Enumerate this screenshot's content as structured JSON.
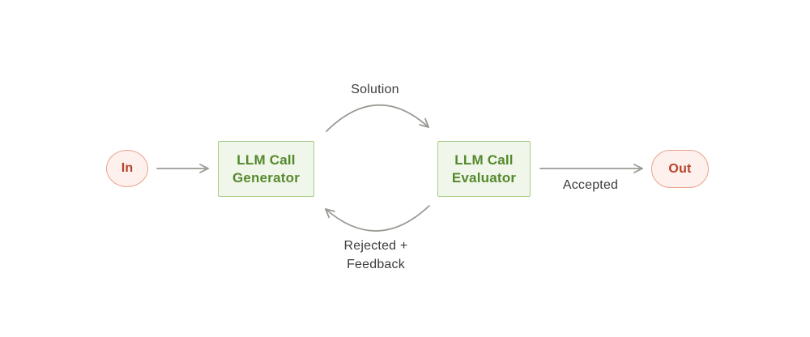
{
  "diagram": {
    "type": "flowchart",
    "nodes": {
      "in": {
        "label": "In",
        "shape": "circle"
      },
      "generator": {
        "lines": [
          "LLM Call",
          "Generator"
        ],
        "shape": "rectangle"
      },
      "evaluator": {
        "lines": [
          "LLM Call",
          "Evaluator"
        ],
        "shape": "rectangle"
      },
      "out": {
        "label": "Out",
        "shape": "stadium"
      }
    },
    "edges": [
      {
        "from": "in",
        "to": "generator",
        "label": ""
      },
      {
        "from": "generator",
        "to": "evaluator",
        "label": "Solution",
        "style": "curved-up"
      },
      {
        "from": "evaluator",
        "to": "generator",
        "label_lines": [
          "Rejected +",
          "Feedback"
        ],
        "style": "curved-down"
      },
      {
        "from": "evaluator",
        "to": "out",
        "label": "Accepted"
      }
    ],
    "colors": {
      "green_node_fill": "#f0f6ea",
      "green_node_border": "#a7cb88",
      "green_node_text": "#55892d",
      "red_node_fill": "#fdf0ed",
      "red_node_border": "#eaa38d",
      "red_node_text": "#b5432a",
      "arrow": "#9a9a95",
      "edge_label_text": "#3c3c3c",
      "background": "#ffffff"
    }
  }
}
